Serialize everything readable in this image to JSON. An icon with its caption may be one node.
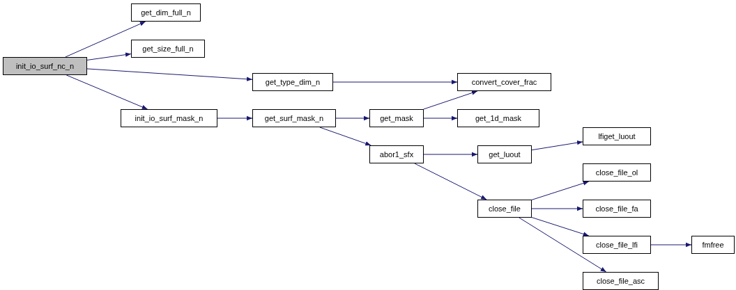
{
  "diagram": {
    "nodes": [
      {
        "text": [
          "init_io_surf_nc_n"
        ]
      },
      {
        "text": [
          "get_dim_full_n"
        ]
      },
      {
        "text": [
          "get_size_full_n"
        ]
      },
      {
        "text": [
          "get_type_dim_n"
        ]
      },
      {
        "text": [
          "convert_cover_frac"
        ]
      },
      {
        "text": [
          "init_io_surf_mask_n"
        ]
      },
      {
        "text": [
          "get_surf_mask_n"
        ]
      },
      {
        "text": [
          "get_mask"
        ]
      },
      {
        "text": [
          "get_1d_mask"
        ]
      },
      {
        "text": [
          "abor1_sfx"
        ]
      },
      {
        "text": [
          "get_luout"
        ]
      },
      {
        "text": [
          "lfiget_luout"
        ]
      },
      {
        "text": [
          "close_file"
        ]
      },
      {
        "text": [
          "close_file_ol"
        ]
      },
      {
        "text": [
          "close_file_fa"
        ]
      },
      {
        "text": [
          "close_file_lfi"
        ]
      },
      {
        "text": [
          "fmfree"
        ]
      },
      {
        "text": [
          "close_file_asc"
        ]
      }
    ],
    "edges": [
      {
        "from": 0,
        "to": 1,
        "arrow": "to"
      },
      {
        "from": 0,
        "to": 2,
        "arrow": "to"
      },
      {
        "from": 0,
        "to": 3,
        "arrow": "to"
      },
      {
        "from": 0,
        "to": 5,
        "arrow": "to"
      },
      {
        "from": 3,
        "to": 4,
        "arrow": "to"
      },
      {
        "from": 5,
        "to": 6,
        "arrow": "to"
      },
      {
        "from": 6,
        "to": 7,
        "arrow": "to"
      },
      {
        "from": 6,
        "to": 9,
        "arrow": "to"
      },
      {
        "from": 7,
        "to": 4,
        "arrow": "to"
      },
      {
        "from": 7,
        "to": 8,
        "arrow": "to"
      },
      {
        "from": 9,
        "to": 10,
        "arrow": "to"
      },
      {
        "from": 9,
        "to": 12,
        "arrow": "to"
      },
      {
        "from": 10,
        "to": 11,
        "arrow": "to"
      },
      {
        "from": 12,
        "to": 13,
        "arrow": "to"
      },
      {
        "from": 12,
        "to": 14,
        "arrow": "to"
      },
      {
        "from": 12,
        "to": 15,
        "arrow": "to"
      },
      {
        "from": 12,
        "to": 17,
        "arrow": "to"
      },
      {
        "from": 15,
        "to": 16,
        "arrow": "to"
      }
    ]
  }
}
